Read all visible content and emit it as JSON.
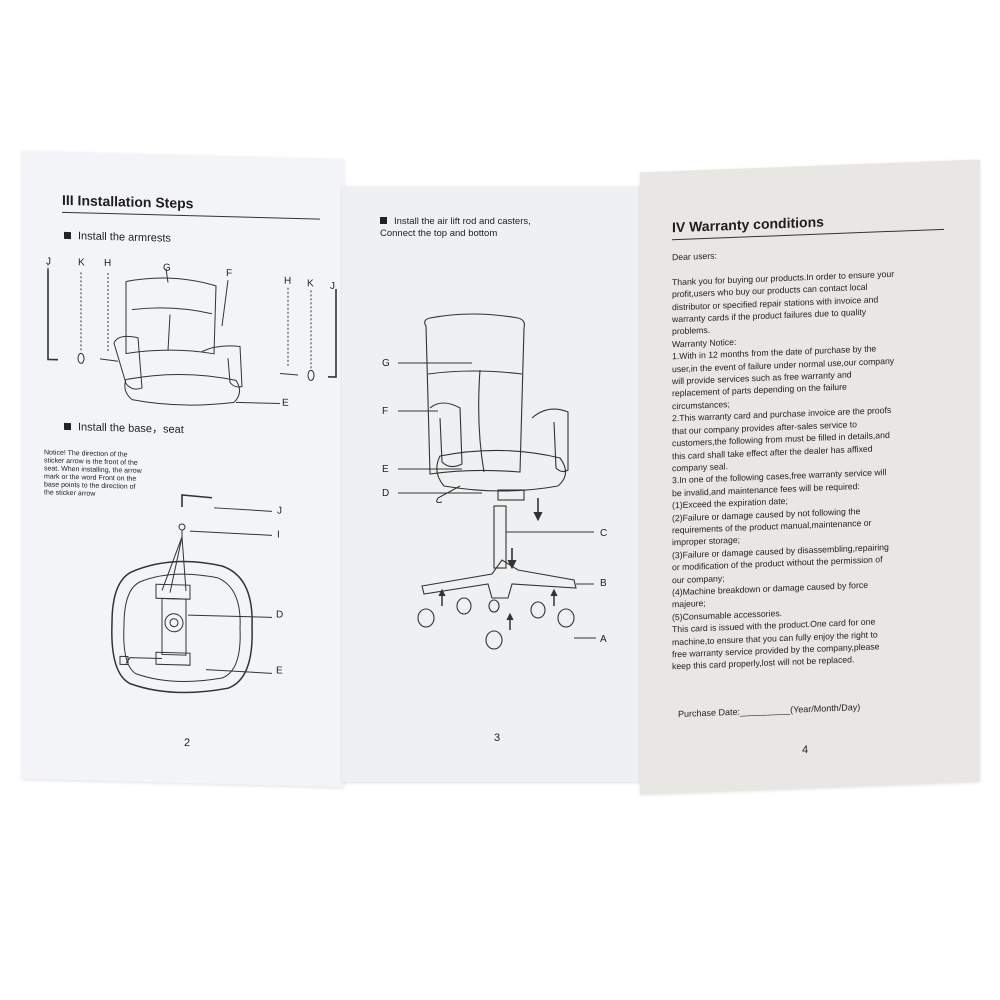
{
  "page2": {
    "section_title": "III Installation Steps",
    "step1": "Install the armrests",
    "step2": "Install the base，seat",
    "notice_lines": [
      "Notice! The direction of the",
      "sticker arrow is the front of the",
      "seat. When installing, the arrow",
      "mark or the word Front on the",
      "base points to the direction of",
      "the sticker arrow"
    ],
    "top_labels": [
      "J",
      "K",
      "H",
      "G",
      "F",
      "H",
      "K",
      "J"
    ],
    "arm_label_e": "E",
    "base_labels": [
      "J",
      "I",
      "D",
      "E"
    ],
    "page_number": "2"
  },
  "page3": {
    "step_lines": [
      "Install the air lift rod and casters,",
      "Connect the top and bottom"
    ],
    "left_labels": [
      "G",
      "F",
      "E",
      "D"
    ],
    "right_labels": [
      "C",
      "B",
      "A"
    ],
    "page_number": "3"
  },
  "page4": {
    "section_title": "IV Warranty conditions",
    "lines": [
      "Dear users:",
      "",
      "Thank you for buying our products.In order to ensure your",
      "profit,users who buy our products can contact local",
      "distributor or specified repair stations with invoice and",
      "warranty cards if the product failures due to quality",
      "problems.",
      "Warranty Notice:",
      "1.With in 12 months from the date of purchase by the",
      "user,in the event of failure under normal use,our company",
      "will provide services such as free warranty and",
      "replacement of parts depending on the failure",
      "circumstances;",
      "2.This warranty card and purchase invoice are the proofs",
      "that our company provides after-sales service to",
      "customers,the following from must be filled in details,and",
      "this card shall take effect after the dealer has affixed",
      "company seal.",
      "3.In one of the following cases,free warranty service will",
      "be invalid,and maintenance fees will be required:",
      "(1)Exceed the expiration date;",
      "(2)Failure or damage caused by not following the",
      "requirements of the product manual,maintenance or",
      "improper storage;",
      "(3)Failure or damage caused by disassembling,repairing",
      "or modification of the product without the permission of",
      "our company;",
      "(4)Machine breakdown or damage caused by force",
      "majeure;",
      "(5)Consumable accessories.",
      "This card is issued with the product.One card for one",
      "machine,to ensure that you can fully enjoy the right to",
      "free warranty service provided by the company,please",
      "keep this card properly,lost will not be replaced."
    ],
    "purchase_date": "Purchase Date:__________(Year/Month/Day)",
    "page_number": "4"
  }
}
